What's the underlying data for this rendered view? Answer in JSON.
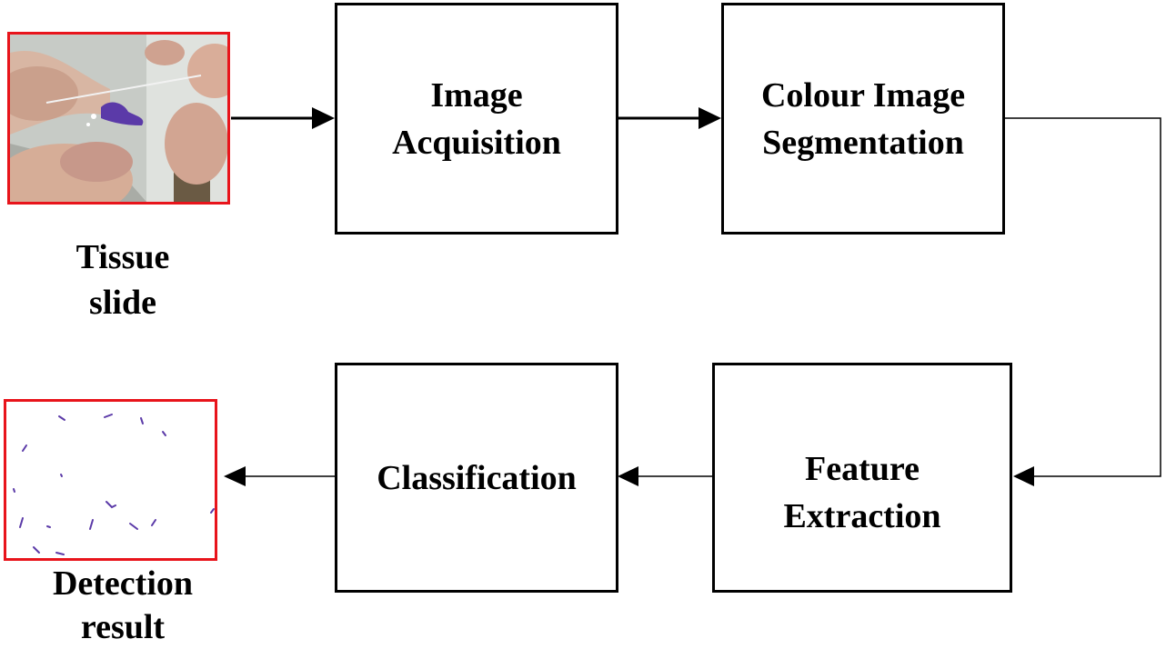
{
  "nodes": {
    "acquisition": "Image\nAcquisition",
    "segmentation": "Colour Image\nSegmentation",
    "feature": "Feature\nExtraction",
    "classification": "Classification"
  },
  "captions": {
    "input": "Tissue\nslide",
    "output": "Detection\nresult"
  },
  "colors": {
    "frame_red": "#e8141b",
    "stain_purple": "#5b3aa8"
  },
  "images": {
    "input_icon": "tissue-slide-photo",
    "output_icon": "detection-result-image"
  }
}
